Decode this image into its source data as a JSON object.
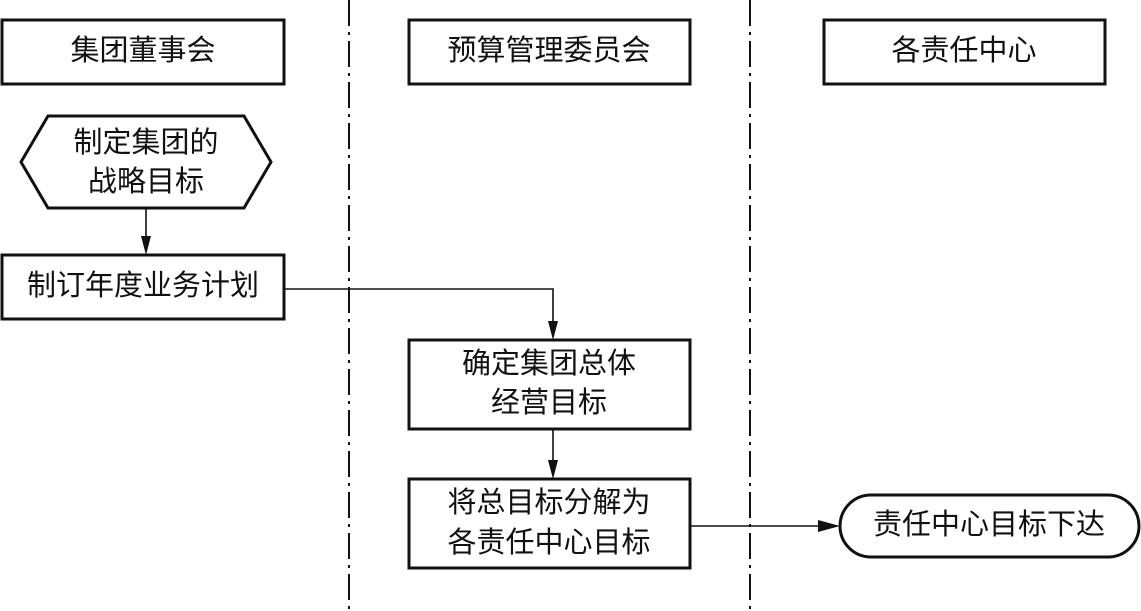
{
  "lanes": [
    {
      "title": "集团董事会"
    },
    {
      "title": "预算管理委员会"
    },
    {
      "title": "各责任中心"
    }
  ],
  "nodes": {
    "strategic_goal": {
      "lines": [
        "制定集团的",
        "战略目标"
      ]
    },
    "annual_plan": {
      "lines": [
        "制订年度业务计划"
      ]
    },
    "overall_goal": {
      "lines": [
        "确定集团总体",
        "经营目标"
      ]
    },
    "decompose_goal": {
      "lines": [
        "将总目标分解为",
        "各责任中心目标"
      ]
    },
    "issue_goal": {
      "lines": [
        "责任中心目标下达"
      ]
    }
  }
}
